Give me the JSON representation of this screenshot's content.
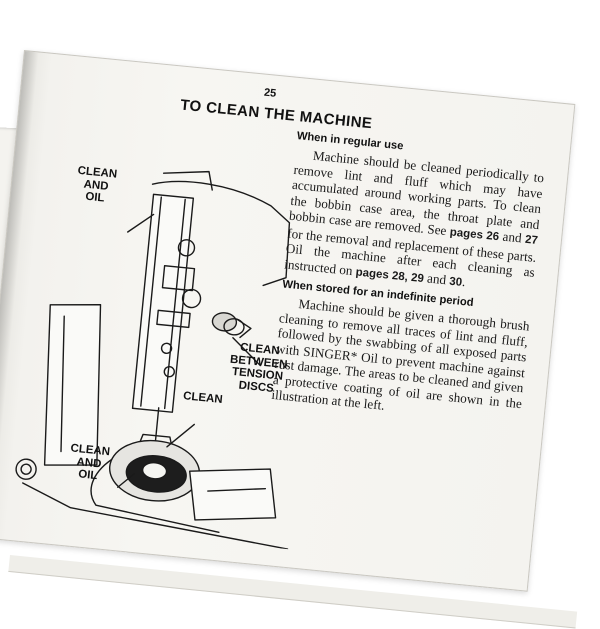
{
  "page": {
    "number": "25",
    "title": "TO CLEAN THE MACHINE"
  },
  "sections": [
    {
      "heading": "When in regular use",
      "body": [
        {
          "t": "Machine should be cleaned periodically to remove lint and fluff which may have accumulated around working parts. To clean the bobbin case area, the throat plate and bobbin case are removed. See "
        },
        {
          "t": "pages 26",
          "b": true
        },
        {
          "t": " and "
        },
        {
          "t": "27",
          "b": true
        },
        {
          "t": " for the removal and replacement of these parts. Oil the machine after each cleaning as instructed on "
        },
        {
          "t": "pages 28, 29",
          "b": true
        },
        {
          "t": " and "
        },
        {
          "t": "30",
          "b": true
        },
        {
          "t": "."
        }
      ]
    },
    {
      "heading": "When stored for an indefinite period",
      "body": [
        {
          "t": "Machine should be given a thorough brush cleaning to remove all traces of lint and fluff, followed by the swabbing of all exposed parts with SINGER* Oil to prevent machine against rust damage. The areas to be cleaned and given a protective coating of oil are shown in the illustration at the left."
        }
      ]
    }
  ],
  "illustration_labels": {
    "top_left": "CLEAN\nAND\nOIL",
    "tension": "CLEAN\nBETWEEN\nTENSION\nDISCS",
    "bobbin_clean": "CLEAN",
    "bottom_left": "CLEAN\nAND\nOIL"
  }
}
